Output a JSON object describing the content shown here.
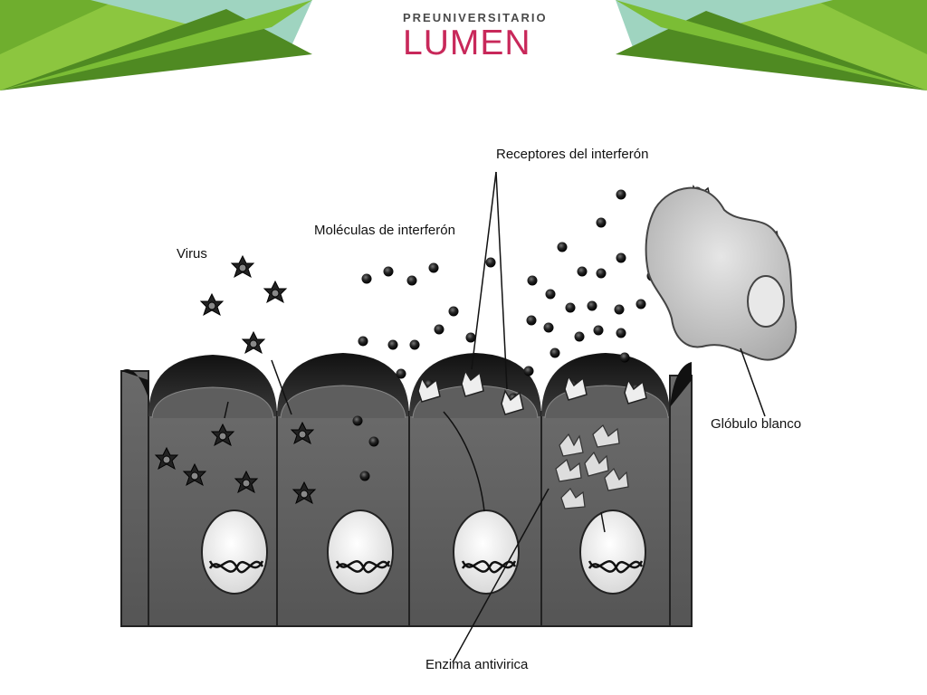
{
  "header": {
    "logo_subtitle": "PREUNIVERSITARIO",
    "logo_title": "LUMEN"
  },
  "colors": {
    "banner_light": "#8cc63f",
    "banner_mid": "#6fae2e",
    "banner_dark": "#4f8a22",
    "banner_teal": "#9fd4c0",
    "logo_pink": "#c8285a"
  },
  "diagram": {
    "labels": {
      "virus": "Virus",
      "interferon_molecules": "Moléculas de interferón",
      "interferon_receptors": "Receptores del interferón",
      "white_blood_cell": "Glóbulo blanco",
      "antiviral_enzyme": "Enzima antivirica"
    }
  }
}
